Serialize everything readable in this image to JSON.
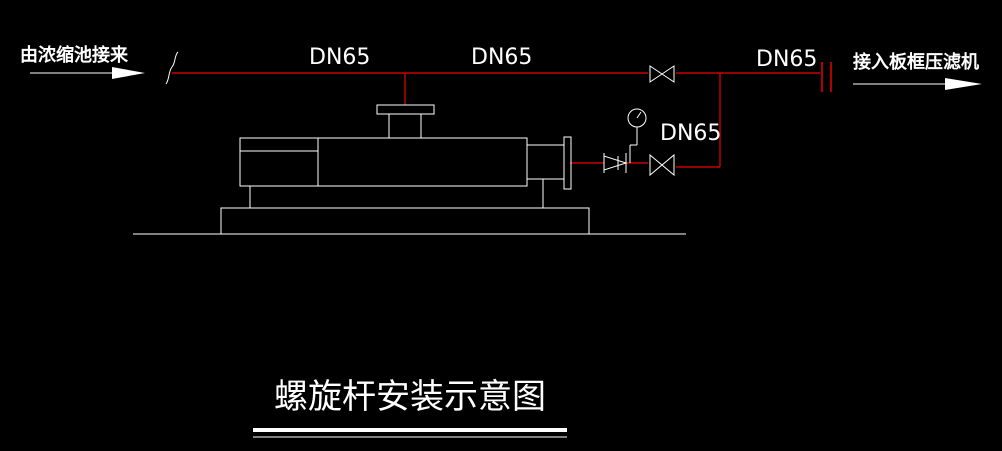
{
  "inlet_label": "由浓缩池接来",
  "outlet_label": "接入板框压滤机",
  "pipe_labels": [
    "DN65",
    "DN65",
    "DN65",
    "DN65"
  ],
  "title": "螺旋杆安装示意图",
  "colors": {
    "background": "#000000",
    "pipe": "#ee0000",
    "equipment": "#ffffff"
  }
}
